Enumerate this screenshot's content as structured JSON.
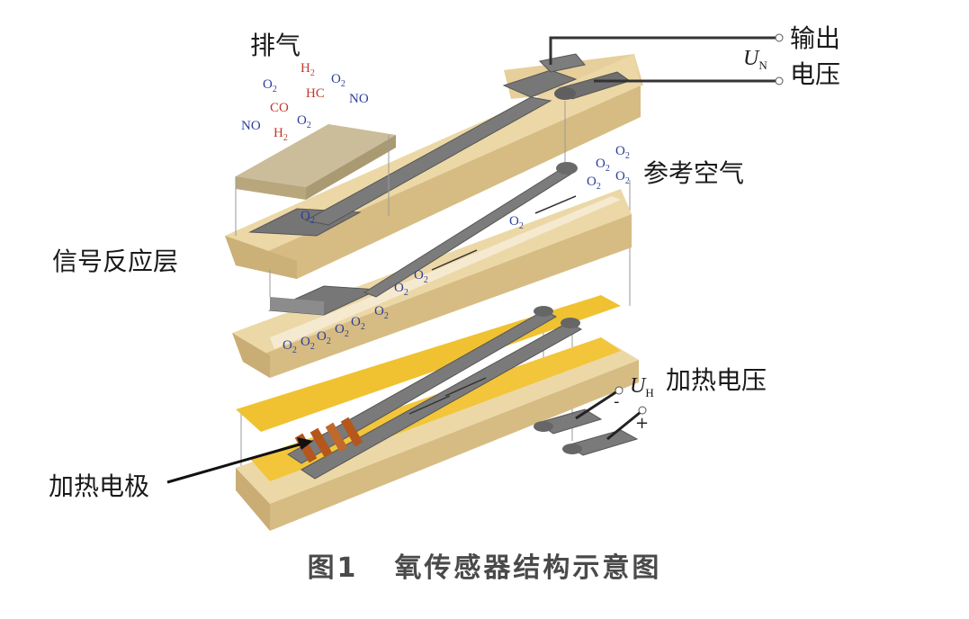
{
  "labels": {
    "exhaust": "排气",
    "output_line1": "输出",
    "output_line2": "电压",
    "output_symbol": "U",
    "output_symbol_sub": "N",
    "reference_air": "参考空气",
    "signal_layer": "信号反应层",
    "heater_symbol": "U",
    "heater_symbol_sub": "H",
    "heater_voltage": "加热电压",
    "heater_electrode": "加热电极",
    "minus": "-",
    "plus": "+"
  },
  "gases": {
    "o2": "O",
    "o2_sub": "2",
    "h2": "H",
    "h2_sub": "2",
    "hc": "HC",
    "co": "CO",
    "no": "NO"
  },
  "caption": {
    "figure_no": "图1",
    "title": "氧传感器结构示意图"
  },
  "colors": {
    "ceramic": "#ead6a4",
    "ceramic_side": "#d8bf86",
    "electrode": "#767676",
    "heater_plate": "#f0c232",
    "red_gas": "#c0392b",
    "blue_gas": "#2c3e9a"
  }
}
